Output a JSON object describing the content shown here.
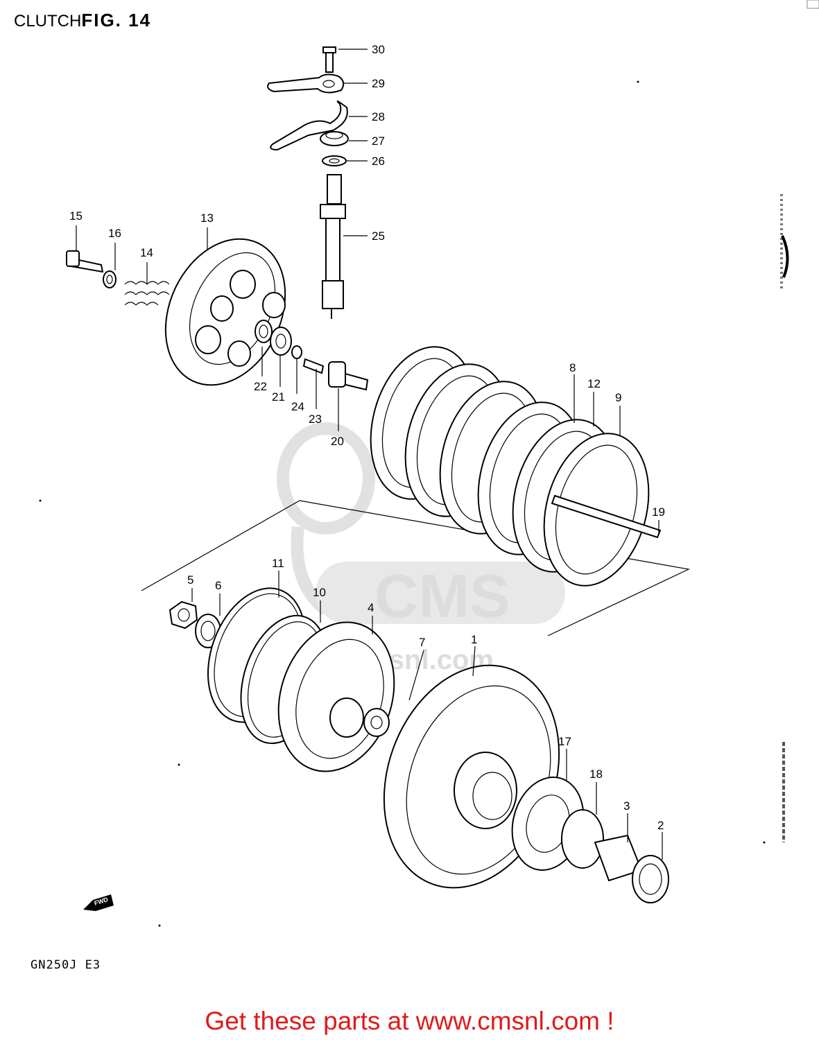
{
  "header": {
    "prefix": "CLUTCH",
    "fig": "FIG. 14"
  },
  "model_code": "GN250J  E3",
  "footer_text": "Get these parts at www.cmsnl.com !",
  "watermark": {
    "logo": "CMS",
    "url": "www.cmsnl.com"
  },
  "fwd_marker": "FWD",
  "callouts": [
    "30",
    "29",
    "28",
    "27",
    "26",
    "25",
    "15",
    "16",
    "14",
    "13",
    "22",
    "21",
    "24",
    "23",
    "20",
    "8",
    "12",
    "9",
    "19",
    "11",
    "5",
    "6",
    "10",
    "4",
    "7",
    "1",
    "17",
    "18",
    "3",
    "2"
  ],
  "colors": {
    "footer": "#e01a1a",
    "line": "#000000"
  }
}
